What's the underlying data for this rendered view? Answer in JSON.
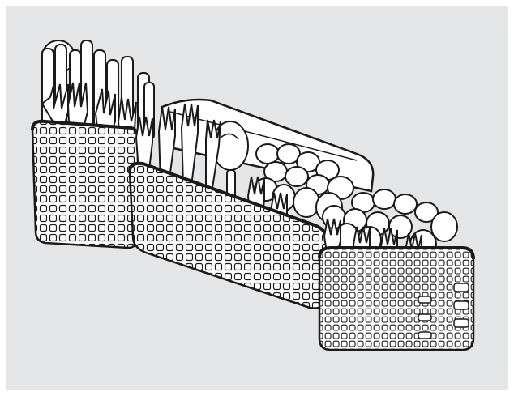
{
  "illustration": {
    "subject": "cutlery-basket",
    "background_color": "#e4e5e6",
    "line_color": "#1a1a1a",
    "fill_color": "#ffffff",
    "baskets": [
      {
        "id": "left",
        "contents": [
          "knives",
          "forks"
        ]
      },
      {
        "id": "middle",
        "contents": [
          "forks",
          "spoon",
          "teaspoons"
        ]
      },
      {
        "id": "right",
        "contents": [
          "teaspoons",
          "forks"
        ]
      }
    ]
  }
}
